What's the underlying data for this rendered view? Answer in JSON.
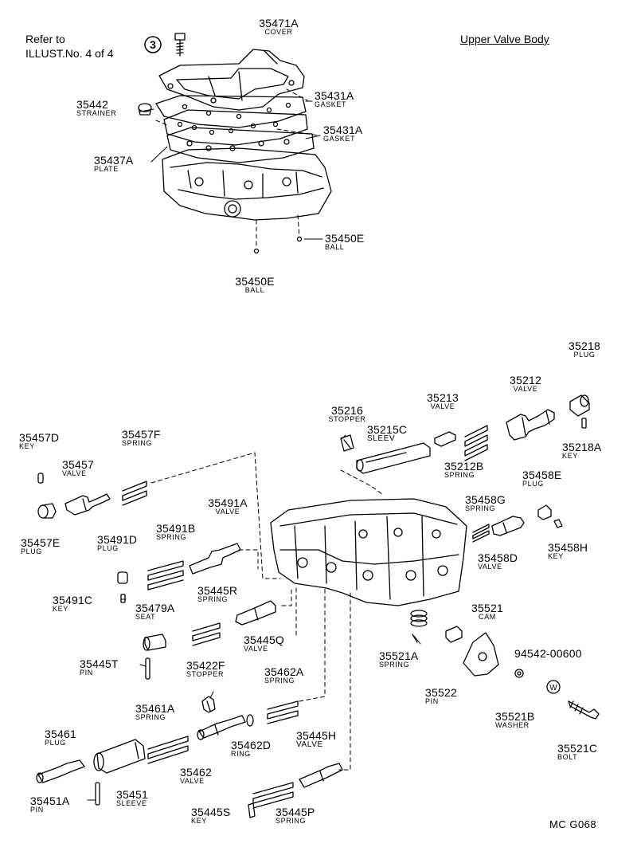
{
  "diagram": {
    "title": "Upper Valve Body",
    "refer_note": {
      "line1": "Refer to",
      "line2": "ILLUST.No. 4 of 4",
      "circled_number": "3"
    },
    "drawing_code": "MC  G068"
  },
  "parts": [
    {
      "id": "p1",
      "number": "35471A",
      "name": "COVER"
    },
    {
      "id": "p2",
      "number": "35431A",
      "name": "GASKET"
    },
    {
      "id": "p3",
      "number": "35442",
      "name": "STRAINER"
    },
    {
      "id": "p4",
      "number": "35431A",
      "name": "GASKET"
    },
    {
      "id": "p5",
      "number": "35437A",
      "name": "PLATE"
    },
    {
      "id": "p6",
      "number": "35450E",
      "name": "BALL"
    },
    {
      "id": "p7",
      "number": "35450E",
      "name": "BALL"
    },
    {
      "id": "p8",
      "number": "35218",
      "name": "PLUG"
    },
    {
      "id": "p9",
      "number": "35212",
      "name": "VALVE"
    },
    {
      "id": "p10",
      "number": "35213",
      "name": "VALVE"
    },
    {
      "id": "p11",
      "number": "35216",
      "name": "STOPPER"
    },
    {
      "id": "p12",
      "number": "35215C",
      "name": "SLEEV"
    },
    {
      "id": "p13",
      "number": "35218A",
      "name": "KEY"
    },
    {
      "id": "p14",
      "number": "35212B",
      "name": "SPRING"
    },
    {
      "id": "p15",
      "number": "35457D",
      "name": "KEY"
    },
    {
      "id": "p16",
      "number": "35457F",
      "name": "SPRING"
    },
    {
      "id": "p17",
      "number": "35457",
      "name": "VALVE"
    },
    {
      "id": "p18",
      "number": "35457E",
      "name": "PLUG"
    },
    {
      "id": "p19",
      "number": "35458E",
      "name": "PLUG"
    },
    {
      "id": "p20",
      "number": "35458G",
      "name": "SPRING"
    },
    {
      "id": "p21",
      "number": "35491A",
      "name": "VALVE"
    },
    {
      "id": "p22",
      "number": "35491B",
      "name": "SPRING"
    },
    {
      "id": "p23",
      "number": "35491D",
      "name": "PLUG"
    },
    {
      "id": "p24",
      "number": "35458H",
      "name": "KEY"
    },
    {
      "id": "p25",
      "number": "35458D",
      "name": "VALVE"
    },
    {
      "id": "p26",
      "number": "35491C",
      "name": "KEY"
    },
    {
      "id": "p27",
      "number": "35479A",
      "name": "SEAT"
    },
    {
      "id": "p28",
      "number": "35445R",
      "name": "SPRING"
    },
    {
      "id": "p29",
      "number": "35521",
      "name": "CAM"
    },
    {
      "id": "p30",
      "number": "35445Q",
      "name": "VALVE"
    },
    {
      "id": "p31",
      "number": "35521A",
      "name": "SPRING"
    },
    {
      "id": "p32",
      "number": "94542-00600",
      "name": ""
    },
    {
      "id": "p33",
      "number": "35445T",
      "name": "PIN"
    },
    {
      "id": "p34",
      "number": "35422F",
      "name": "STOPPER"
    },
    {
      "id": "p35",
      "number": "35462A",
      "name": "SPRING"
    },
    {
      "id": "p36",
      "number": "35522",
      "name": "PIN"
    },
    {
      "id": "p37",
      "number": "35521B",
      "name": "WASHER"
    },
    {
      "id": "p38",
      "number": "35461A",
      "name": "SPRING"
    },
    {
      "id": "p39",
      "number": "35521C",
      "name": "BOLT"
    },
    {
      "id": "p40",
      "number": "35461",
      "name": "PLUG"
    },
    {
      "id": "p41",
      "number": "35462D",
      "name": "RING"
    },
    {
      "id": "p42",
      "number": "35445H",
      "name": "VALVE"
    },
    {
      "id": "p43",
      "number": "35462",
      "name": "VALVE"
    },
    {
      "id": "p44",
      "number": "35451A",
      "name": "PIN"
    },
    {
      "id": "p45",
      "number": "35451",
      "name": "SLEEVE"
    },
    {
      "id": "p46",
      "number": "35445S",
      "name": "KEY"
    },
    {
      "id": "p47",
      "number": "35445P",
      "name": "SPRING"
    }
  ]
}
